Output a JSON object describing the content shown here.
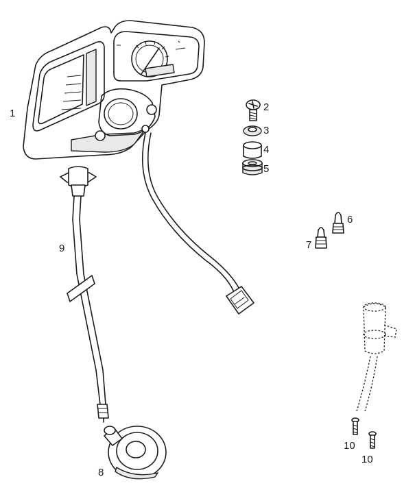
{
  "diagram": {
    "callouts": {
      "p1": "1",
      "p2": "2",
      "p3": "3",
      "p4": "4",
      "p5": "5",
      "p6": "6",
      "p7": "7",
      "p8": "8",
      "p9": "9",
      "p10a": "10",
      "p10b": "10"
    }
  }
}
